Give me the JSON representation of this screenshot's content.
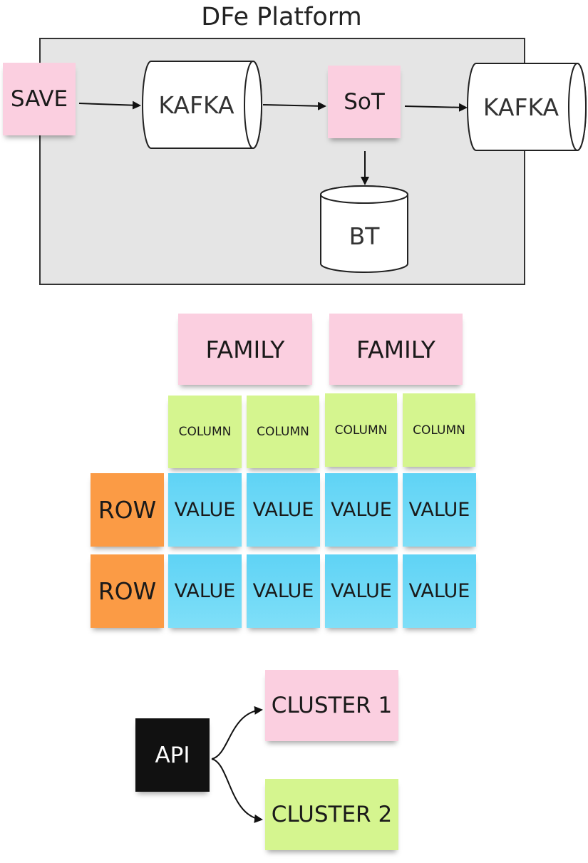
{
  "platform": {
    "title": "DFe Platform",
    "save_label": "SAVE",
    "kafka_in_label": "KAFKA",
    "sot_label": "SoT",
    "kafka_out_label": "KAFKA",
    "bt_label": "BT"
  },
  "table": {
    "families": [
      "FAMILY",
      "FAMILY"
    ],
    "columns": [
      "COLUMN",
      "COLUMN",
      "COLUMN",
      "COLUMN"
    ],
    "rows": [
      {
        "label": "ROW",
        "values": [
          "VALUE",
          "VALUE",
          "VALUE",
          "VALUE"
        ]
      },
      {
        "label": "ROW",
        "values": [
          "VALUE",
          "VALUE",
          "VALUE",
          "VALUE"
        ]
      }
    ]
  },
  "routing": {
    "api_label": "API",
    "cluster1_label": "CLUSTER 1",
    "cluster2_label": "CLUSTER 2"
  },
  "colors": {
    "pink": "#fbcfe0",
    "green": "#d5f58f",
    "blue": "#6ad8f7",
    "orange": "#fb9b45",
    "black": "#111111",
    "frame_bg": "#e5e5e5"
  }
}
